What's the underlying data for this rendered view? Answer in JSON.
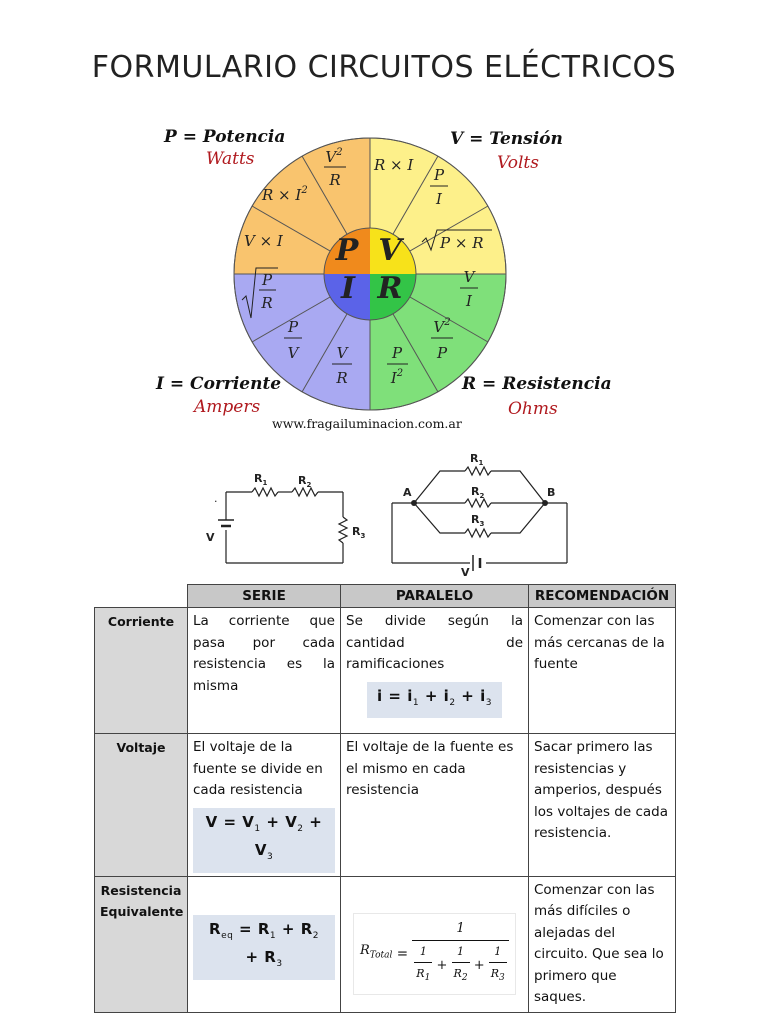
{
  "title": "FORMULARIO CIRCUITOS ELÉCTRICOS",
  "wheel": {
    "center": {
      "P": "P",
      "V": "V",
      "I": "I",
      "R": "R"
    },
    "quadrants": {
      "potencia": {
        "label": "P = Potencia",
        "unit": "Watts",
        "color": "#f9c46e"
      },
      "tension": {
        "label": "V = Tensión",
        "unit": "Volts",
        "color": "#fdf08a"
      },
      "corriente": {
        "label": "I = Corriente",
        "unit": "Ampers",
        "color": "#a9a9f2"
      },
      "resistencia": {
        "label": "R = Resistencia",
        "unit": "Ohms",
        "color": "#7fe07a"
      }
    },
    "center_colors": {
      "P": "#f08a1c",
      "V": "#f7e21a",
      "I": "#5b63e8",
      "R": "#33c447"
    },
    "unit_color": "#b0191e",
    "website": "www.fragailuminacion.com.ar"
  },
  "circuits": {
    "serie": {
      "r1": "R",
      "r1_sub": "1",
      "r2": "R",
      "r2_sub": "2",
      "r3": "R",
      "r3_sub": "3",
      "v": "V",
      "dot": "."
    },
    "paralelo": {
      "r1": "R",
      "r1_sub": "1",
      "r2": "R",
      "r2_sub": "2",
      "r3": "R",
      "r3_sub": "3",
      "a": "A",
      "b": "B",
      "v": "V"
    }
  },
  "table": {
    "headers": {
      "serie": "SERIE",
      "paralelo": "PARALELO",
      "recomendacion": "RECOMENDACIÓN"
    },
    "rows": {
      "corriente": {
        "label": "Corriente",
        "serie": "La corriente que pasa por cada resistencia es la misma",
        "paralelo": "Se divide según la cantidad de ramificaciones",
        "paralelo_formula": {
          "lhs": "i",
          "eq": "=",
          "t1": "i",
          "s1": "1",
          "t2": "i",
          "s2": "2",
          "t3": "i",
          "s3": "3",
          "plus": "+"
        },
        "recomendacion": "Comenzar con las más cercanas de la fuente"
      },
      "voltaje": {
        "label": "Voltaje",
        "serie": "El voltaje de la fuente se divide en cada resistencia",
        "serie_formula": {
          "lhs": "V",
          "eq": "=",
          "t1": "V",
          "s1": "1",
          "t2": "V",
          "s2": "2",
          "t3": "V",
          "s3": "3",
          "plus": "+"
        },
        "paralelo": "El voltaje de la fuente es el mismo en cada resistencia",
        "recomendacion": "Sacar primero las resistencias y amperios, después los voltajes de cada resistencia."
      },
      "resistencia": {
        "label_line1": "Resistencia",
        "label_line2": "Equivalente",
        "serie_formula": {
          "lhs": "R",
          "lhs_sub": "eq",
          "eq": "=",
          "t1": "R",
          "s1": "1",
          "t2": "R",
          "s2": "2",
          "t3": "R",
          "s3": "3",
          "plus": "+"
        },
        "paralelo_formula": {
          "lhs": "R",
          "lhs_sub": "Total",
          "eq": "=",
          "one": "1",
          "r": "R",
          "s1": "1",
          "s2": "2",
          "s3": "3",
          "plus": "+"
        },
        "recomendacion": "Comenzar con las más difíciles o alejadas del circuito. Que sea lo primero que saques."
      }
    }
  }
}
